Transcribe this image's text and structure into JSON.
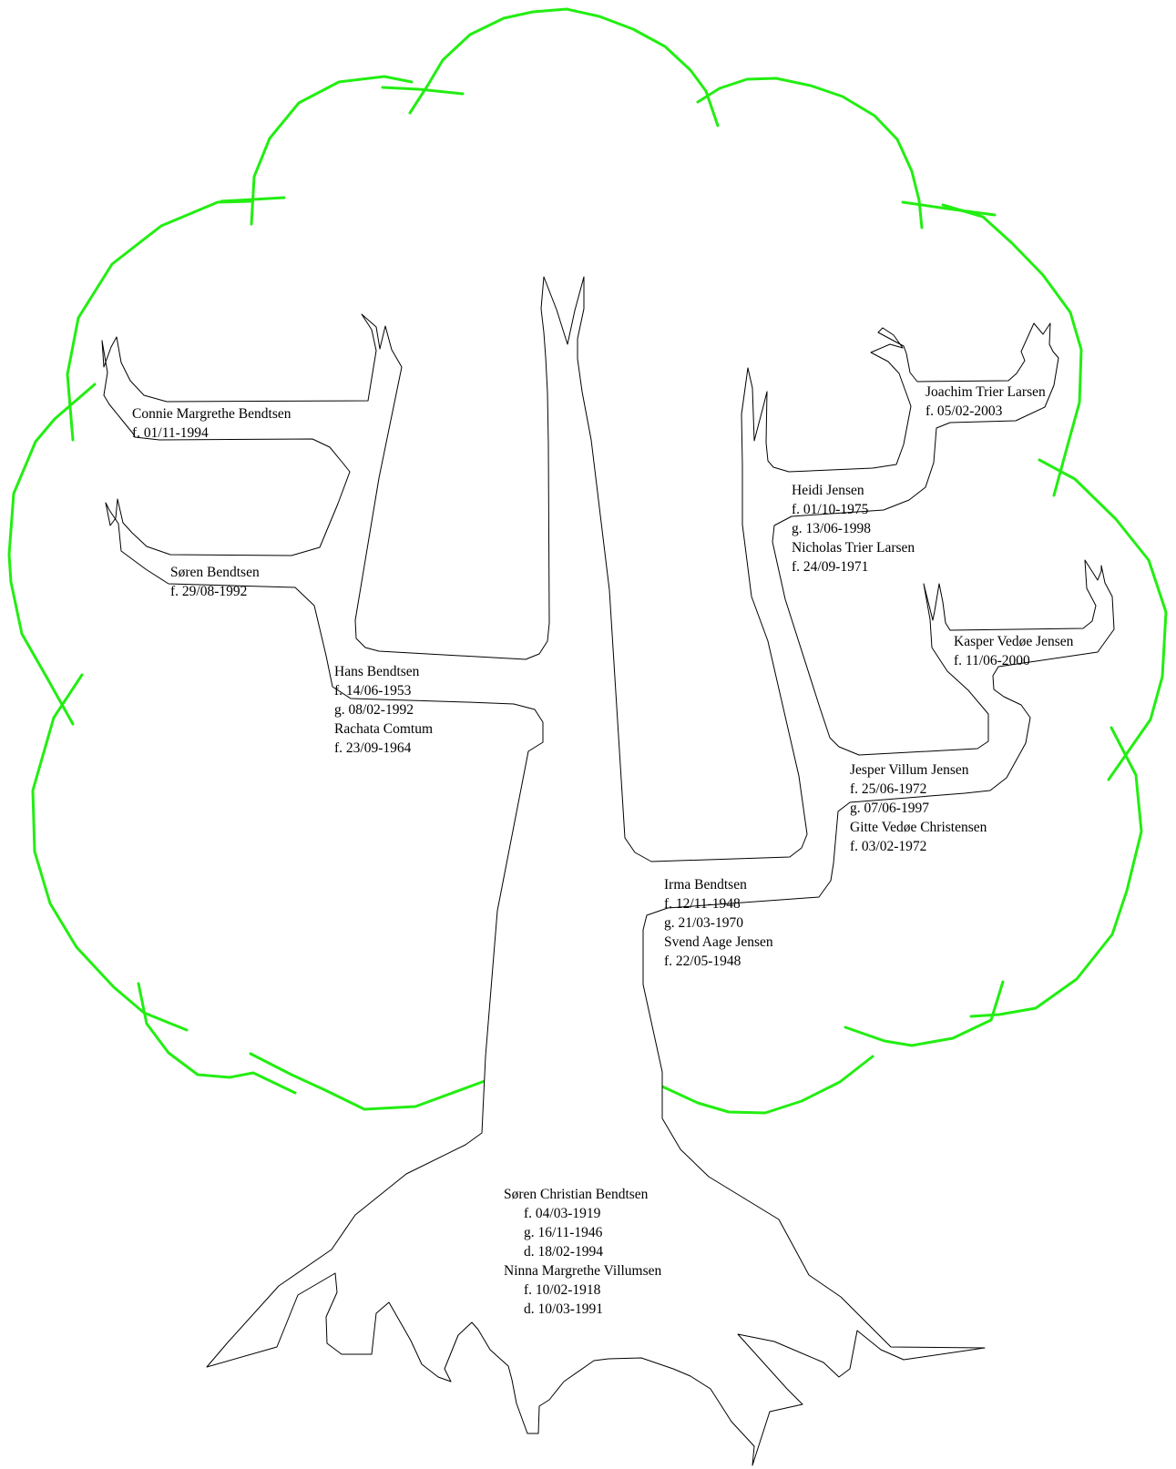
{
  "colors": {
    "crown": "#22ee11",
    "outline": "#000000"
  },
  "people": {
    "root": [
      "Søren Christian Bendtsen",
      "f. 04/03-1919",
      "g. 16/11-1946",
      "d. 18/02-1994",
      "Ninna Margrethe Villumsen",
      "f. 10/02-1918",
      "d. 10/03-1991"
    ],
    "hans": [
      "Hans Bendtsen",
      "f. 14/06-1953",
      "g. 08/02-1992",
      "Rachata Comtum",
      "f. 23/09-1964"
    ],
    "connie": [
      "Connie Margrethe Bendtsen",
      "f. 01/11-1994"
    ],
    "soren": [
      "Søren Bendtsen",
      "f. 29/08-1992"
    ],
    "irma": [
      "Irma Bendtsen",
      "f. 12/11-1948",
      "g. 21/03-1970",
      "Svend Aage Jensen",
      "f. 22/05-1948"
    ],
    "heidi": [
      "Heidi Jensen",
      "f. 01/10-1975",
      "g. 13/06-1998",
      "Nicholas Trier Larsen",
      "f. 24/09-1971"
    ],
    "joachim": [
      "Joachim Trier Larsen",
      "f. 05/02-2003"
    ],
    "jesper": [
      "Jesper Villum Jensen",
      "f. 25/06-1972",
      "g. 07/06-1997",
      "Gitte Vedøe Christensen",
      "f. 03/02-1972"
    ],
    "kasper": [
      "Kasper Vedøe Jensen",
      "f. 11/06-2000"
    ]
  }
}
